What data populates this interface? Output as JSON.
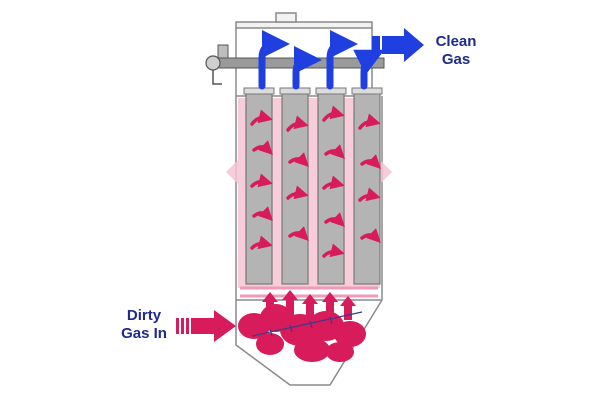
{
  "labels": {
    "clean_gas": {
      "line1": "Clean",
      "line2": "Gas"
    },
    "dirty_gas_in": {
      "line1": "Dirty",
      "line2": "Gas In"
    }
  },
  "colors": {
    "housing_stroke": "#8a8a8a",
    "filter_bag_fill": "#b4b4b4",
    "dirty_flow": "#d81b5a",
    "dirty_glow": "#f7c4d4",
    "clean_flow": "#1f3fe0",
    "label_text": "#1f2a8a"
  },
  "icons": [
    "clean-gas-outlet-arrow",
    "dirty-gas-inlet-arrow",
    "clean-flow-arrow",
    "dust-flow-arrow",
    "pulse-valve-manifold"
  ]
}
